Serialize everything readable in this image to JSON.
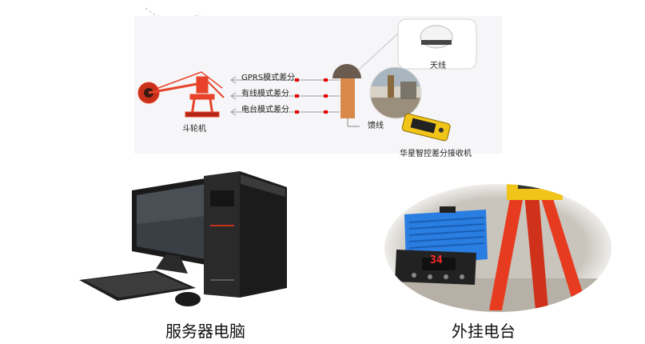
{
  "diagram": {
    "links": [
      {
        "label": "GPRS模式差分"
      },
      {
        "label": "有线模式差分"
      },
      {
        "label": "电台模式差分"
      }
    ],
    "machine_label": "斗轮机",
    "antenna_label": "天线",
    "cable_label": "馈线",
    "receiver_label": "华星智控差分接收机"
  },
  "captions": {
    "server": "服务器电脑",
    "radio": "外挂电台"
  },
  "radio_display": "34",
  "colors": {
    "machine": "#e8432a",
    "arrow": "#999999",
    "marker": "#e60000",
    "receiver": "#f0c419",
    "radio_body": "#2a7de1",
    "tripod": "#e63b1e",
    "tower": "#d98a4a",
    "panel_bg": "#f6f6f8"
  }
}
